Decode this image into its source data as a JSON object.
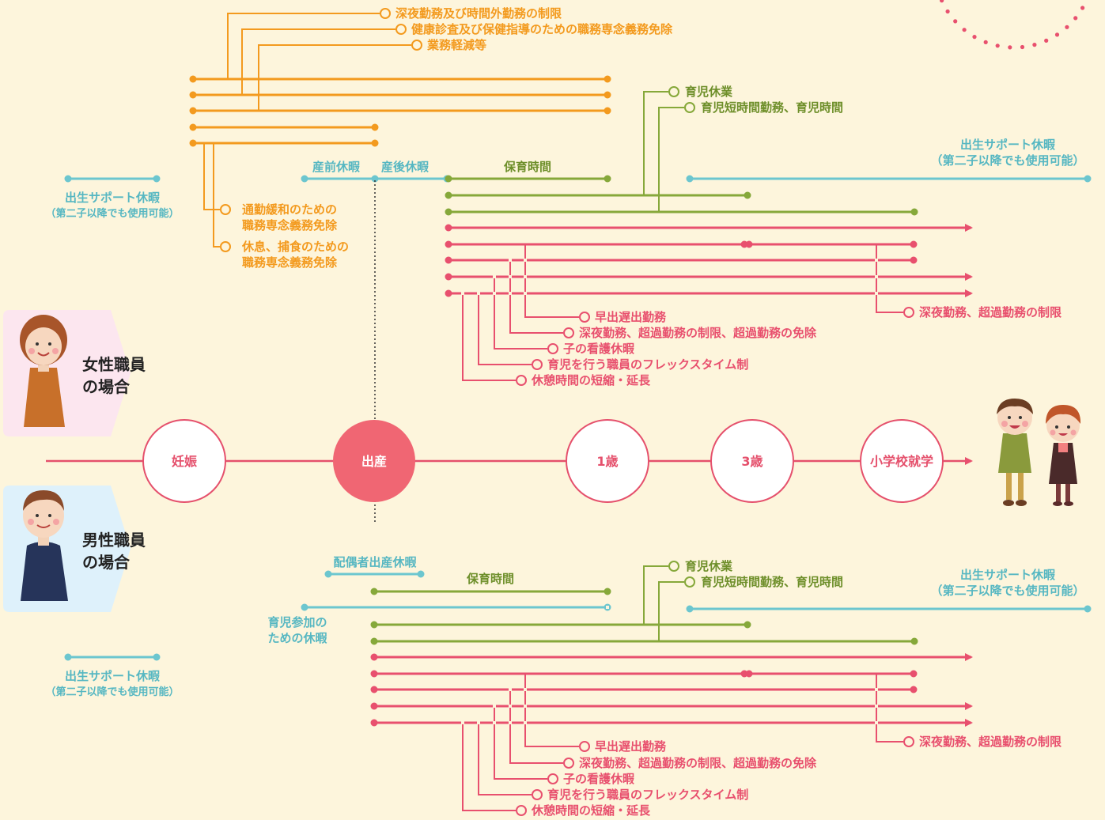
{
  "colors": {
    "background": "#fdf5dc",
    "orange": "#f39a1e",
    "green": "#86a83a",
    "pink": "#e8506e",
    "blue": "#6cc6cf",
    "ring": "#e5506c",
    "birth_fill": "#f06673",
    "female_panel": "#fce6ef",
    "male_panel": "#def1fb"
  },
  "timeline": {
    "milestones": [
      {
        "key": "pregnancy",
        "label": "妊娠"
      },
      {
        "key": "birth",
        "label": "出産"
      },
      {
        "key": "age1",
        "label": "1歳"
      },
      {
        "key": "age3",
        "label": "3歳"
      },
      {
        "key": "school",
        "label": "小学校就学"
      }
    ]
  },
  "female": {
    "title": [
      "女性職員",
      "の場合"
    ],
    "icon": "woman-avatar-icon",
    "orange_labels": [
      "深夜勤務及び時間外勤務の制限",
      "健康診査及び保健指導のための職務専念義務免除",
      "業務軽減等"
    ],
    "commute": [
      "通勤緩和のための",
      "職務専念義務免除"
    ],
    "rest": [
      "休息、捕食のための",
      "職務専念義務免除"
    ],
    "maternity": {
      "pre": "産前休暇",
      "post": "産後休暇"
    },
    "nursing": "保育時間",
    "leave": "育児休業",
    "short_hours": "育児短時間勤務、育児時間",
    "support_left": [
      "出生サポート休暇",
      "（第二子以降でも使用可能）"
    ],
    "support_right": [
      "出生サポート休暇",
      "（第二子以降でも使用可能）"
    ],
    "pink_labels": [
      "早出遅出勤務",
      "深夜勤務、超過勤務の制限、超過勤務の免除",
      "子の看護休暇",
      "育児を行う職員のフレックスタイム制",
      "休憩時間の短縮・延長"
    ],
    "limit_label": "深夜勤務、超過勤務の制限"
  },
  "male": {
    "title": [
      "男性職員",
      "の場合"
    ],
    "icon": "man-avatar-icon",
    "spouse_leave": "配偶者出産休暇",
    "nursing": "保育時間",
    "participation": [
      "育児参加の",
      "ための休暇"
    ],
    "leave": "育児休業",
    "short_hours": "育児短時間勤務、育児時間",
    "support_left": [
      "出生サポート休暇",
      "（第二子以降でも使用可能）"
    ],
    "support_right": [
      "出生サポート休暇",
      "（第二子以降でも使用可能）"
    ],
    "pink_labels": [
      "早出遅出勤務",
      "深夜勤務、超過勤務の制限、超過勤務の免除",
      "子の看護休暇",
      "育児を行う職員のフレックスタイム制",
      "休憩時間の短縮・延長"
    ],
    "limit_label": "深夜勤務、超過勤務の制限"
  },
  "children_icon": "children-illustration-icon",
  "decoration_icon": "dotted-circle-icon"
}
